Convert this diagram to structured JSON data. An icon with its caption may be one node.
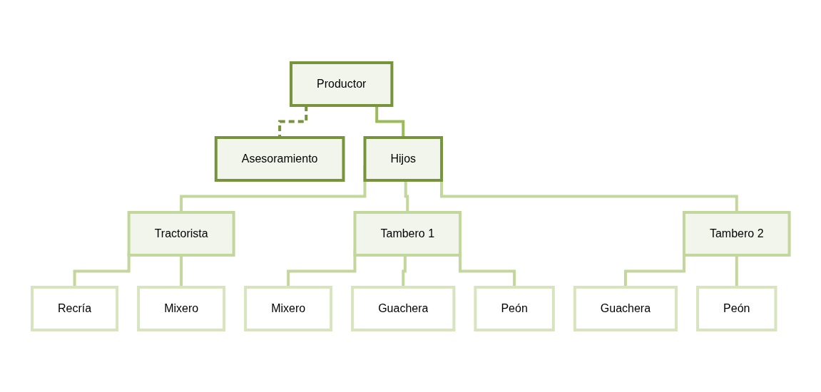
{
  "diagram": {
    "nodes": [
      {
        "text": [
          "Productor"
        ]
      },
      {
        "text": [
          "Asesoramiento"
        ]
      },
      {
        "text": [
          "Hijos"
        ]
      },
      {
        "text": [
          "Tractorista"
        ]
      },
      {
        "text": [
          "Tambero 1"
        ]
      },
      {
        "text": [
          "Tambero 2"
        ]
      },
      {
        "text": [
          "Recría"
        ]
      },
      {
        "text": [
          "Mixero"
        ]
      },
      {
        "text": [
          "Mixero"
        ]
      },
      {
        "text": [
          "Guachera"
        ]
      },
      {
        "text": [
          "Peón"
        ]
      },
      {
        "text": [
          "Guachera"
        ]
      },
      {
        "text": [
          "Peón"
        ]
      }
    ],
    "edges": [
      {
        "from": 0,
        "to": 1,
        "arrow": "none",
        "style": "dashed",
        "color": "#77933c"
      },
      {
        "from": 0,
        "to": 2,
        "arrow": "none",
        "color": "#9bbb59"
      },
      {
        "from": 2,
        "to": 3,
        "arrow": "none"
      },
      {
        "from": 2,
        "to": 4,
        "arrow": "none"
      },
      {
        "from": 2,
        "to": 5,
        "arrow": "none"
      },
      {
        "from": 3,
        "to": 6,
        "arrow": "none"
      },
      {
        "from": 3,
        "to": 7,
        "arrow": "none"
      },
      {
        "from": 4,
        "to": 8,
        "arrow": "none"
      },
      {
        "from": 4,
        "to": 9,
        "arrow": "none"
      },
      {
        "from": 4,
        "to": 10,
        "arrow": "none"
      },
      {
        "from": 5,
        "to": 11,
        "arrow": "none"
      },
      {
        "from": 5,
        "to": 12,
        "arrow": "none"
      }
    ]
  }
}
